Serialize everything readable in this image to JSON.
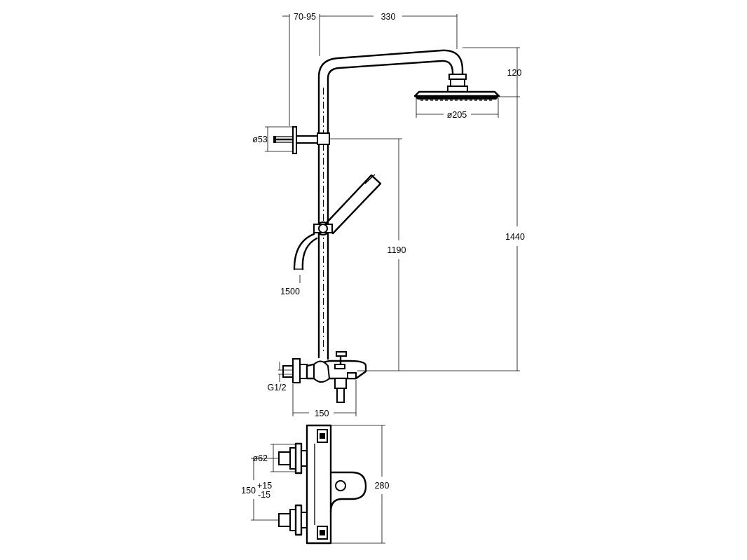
{
  "dimensions": {
    "wall_offset": "70-95",
    "arm_length": "330",
    "head_height": "120",
    "head_diameter": "ø205",
    "bracket_diameter": "ø53",
    "total_height": "1440",
    "rail_height": "1190",
    "hose_length": "1500",
    "inlet_thread": "G1/2",
    "mixer_projection": "150",
    "escutcheon_diameter": "ø62",
    "inlet_centers": "150",
    "tolerance_plus": "+15",
    "tolerance_minus": "-15",
    "mixer_body_height": "280"
  }
}
